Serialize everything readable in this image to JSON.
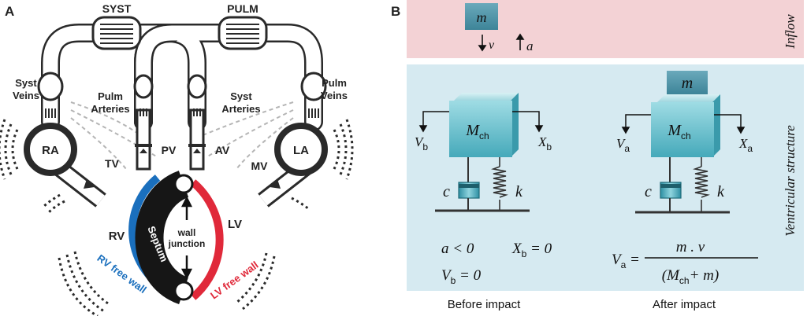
{
  "panel_a": {
    "panel_letter": "A",
    "syst": "SYST",
    "pulm": "PULM",
    "syst_veins_1": "Syst",
    "syst_veins_2": "Veins",
    "pulm_arteries_1": "Pulm",
    "pulm_arteries_2": "Arteries",
    "syst_arteries_1": "Syst",
    "syst_arteries_2": "Arteries",
    "pulm_veins_1": "Pulm",
    "pulm_veins_2": "Veins",
    "ra": "RA",
    "la": "LA",
    "tv": "TV",
    "pv": "PV",
    "av": "AV",
    "mv": "MV",
    "rv": "RV",
    "lv": "LV",
    "wall_1": "wall",
    "wall_2": "junction",
    "septum": "Septum",
    "rv_free_wall": "RV free wall",
    "lv_free_wall": "LV free wall",
    "colors": {
      "rv": "#1a6fbd",
      "lv": "#e0293a",
      "septum": "#161616"
    }
  },
  "panel_b": {
    "panel_letter": "B",
    "inflow": "Inflow",
    "ventricular_structure": "Ventricular structure",
    "m": "m",
    "nu": "ν",
    "a": "a",
    "mch": "M",
    "ch": "ch",
    "c": "c",
    "k": "k",
    "vb_v": "V",
    "vb_sub": "b",
    "xb_x": "X",
    "xb_sub": "b",
    "va_v": "V",
    "va_sub": "a",
    "xa_x": "X",
    "xa_sub": "a",
    "eq_a": "a < 0",
    "eq_xb_x": "X",
    "eq_xb_sub": "b",
    "eq_xb_rest": " = 0",
    "eq_vb_v": "V",
    "eq_vb_sub": "b",
    "eq_vb_rest": " = 0",
    "eq_va_v": "V",
    "eq_va_sub": "a",
    "eq_va_eq": " =",
    "eq_num": "m . ν",
    "eq_den_open": "(M",
    "eq_den_sub": "ch",
    "eq_den_rest": "+ m)",
    "before": "Before impact",
    "after": "After impact",
    "colors": {
      "inflow_bg": "#f3d2d5",
      "struct_bg": "#d6eaf1",
      "block": "#4fb9c8"
    }
  }
}
